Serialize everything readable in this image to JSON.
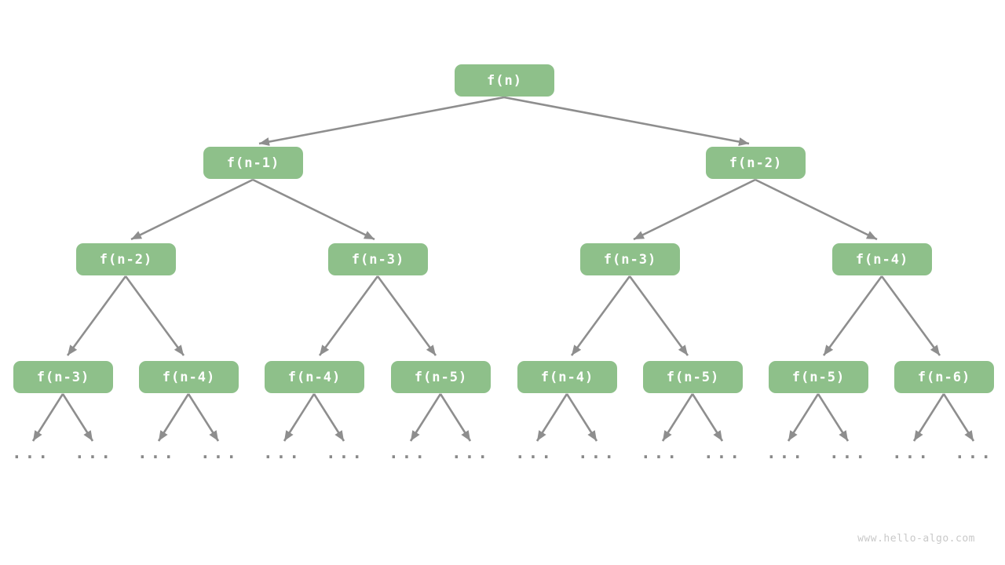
{
  "diagram": {
    "type": "recursion-tree",
    "tree": {
      "root": {
        "label": "f(n)"
      },
      "level2": [
        {
          "label": "f(n-1)"
        },
        {
          "label": "f(n-2)"
        }
      ],
      "level3": [
        {
          "label": "f(n-2)"
        },
        {
          "label": "f(n-3)"
        },
        {
          "label": "f(n-3)"
        },
        {
          "label": "f(n-4)"
        }
      ],
      "level4": [
        {
          "label": "f(n-3)"
        },
        {
          "label": "f(n-4)"
        },
        {
          "label": "f(n-4)"
        },
        {
          "label": "f(n-5)"
        },
        {
          "label": "f(n-4)"
        },
        {
          "label": "f(n-5)"
        },
        {
          "label": "f(n-5)"
        },
        {
          "label": "f(n-6)"
        }
      ],
      "ellipsis": "..."
    },
    "colors": {
      "node_fill": "#8ec08a",
      "node_text": "#ffffff",
      "arrow": "#8e8e8e",
      "ellipsis": "#8a8a8a",
      "watermark": "#c9c9c9",
      "background": "#ffffff"
    }
  },
  "watermark": "www.hello-algo.com"
}
